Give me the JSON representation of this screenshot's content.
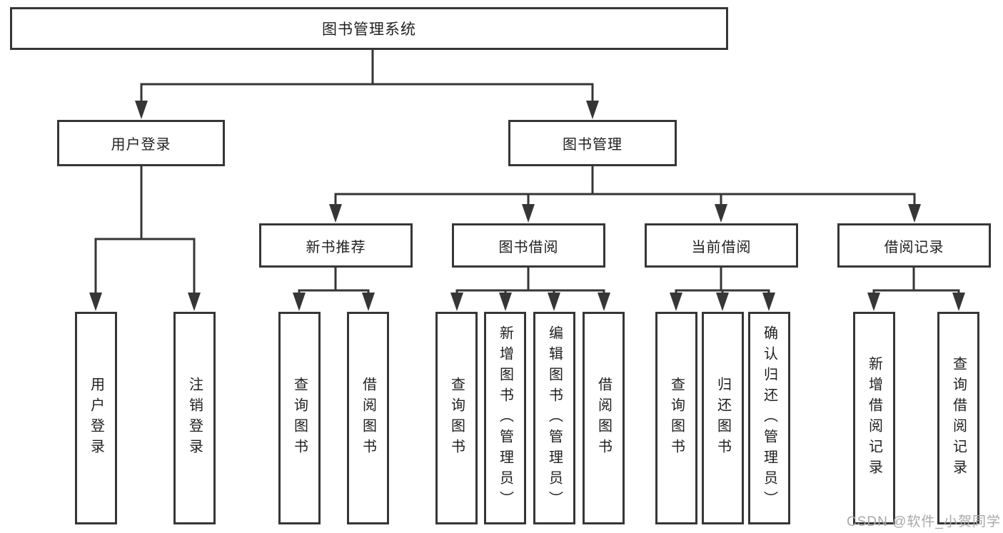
{
  "tree": {
    "root": {
      "label": "图书管理系统",
      "children": [
        {
          "label": "用户登录",
          "children": [
            {
              "label": "用户登录"
            },
            {
              "label": "注销登录"
            }
          ]
        },
        {
          "label": "图书管理",
          "children": [
            {
              "label": "新书推荐",
              "children": [
                {
                  "label": "查询图书"
                },
                {
                  "label": "借阅图书"
                }
              ]
            },
            {
              "label": "图书借阅",
              "children": [
                {
                  "label": "查询图书"
                },
                {
                  "label": "新增图书（管理员）"
                },
                {
                  "label": "编辑图书（管理员）"
                },
                {
                  "label": "借阅图书"
                }
              ]
            },
            {
              "label": "当前借阅",
              "children": [
                {
                  "label": "查询图书"
                },
                {
                  "label": "归还图书"
                },
                {
                  "label": "确认归还（管理员）"
                }
              ]
            },
            {
              "label": "借阅记录",
              "children": [
                {
                  "label": "新增借阅记录"
                },
                {
                  "label": "查询借阅记录"
                }
              ]
            }
          ]
        }
      ]
    }
  },
  "watermark": {
    "text": "CSDN @软件_小贺同学"
  },
  "colors": {
    "line": "#363636",
    "box_border": "#363636",
    "text": "#1f1f1f",
    "watermark": "#a8a8a8",
    "background": "#ffffff"
  }
}
